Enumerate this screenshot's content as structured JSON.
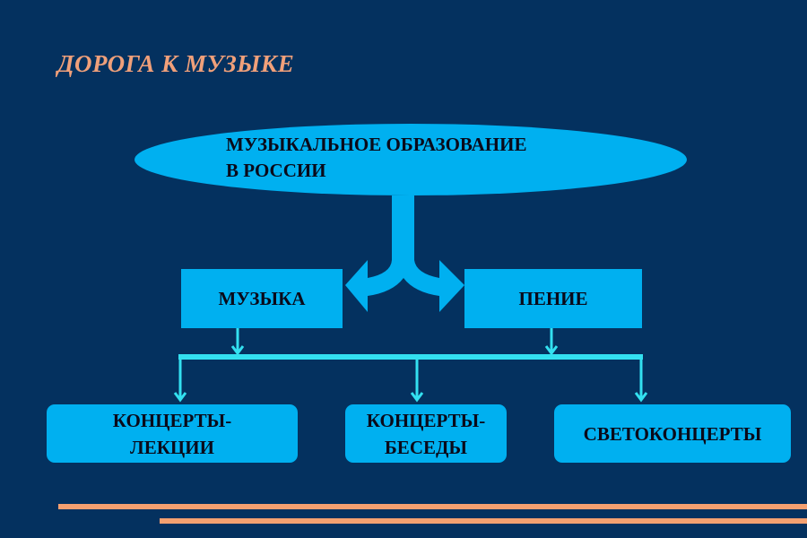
{
  "title": "ДОРОГА К МУЗЫКЕ",
  "root": {
    "line1": "МУЗЫКАЛЬНОЕ ОБРАЗОВАНИЕ",
    "line2": "В РОССИИ"
  },
  "branches": {
    "left": "МУЗЫКА",
    "right": "ПЕНИЕ"
  },
  "leaves": [
    {
      "line1": "КОНЦЕРТЫ-",
      "line2": "ЛЕКЦИИ"
    },
    {
      "line1": "КОНЦЕРТЫ-",
      "line2": "БЕСЕДЫ"
    },
    {
      "line1": "СВЕТОКОНЦЕРТЫ"
    }
  ],
  "colors": {
    "background": "#04315f",
    "shape": "#00b0f0",
    "connector": "#33e0f0",
    "accent": "#f4a070"
  }
}
